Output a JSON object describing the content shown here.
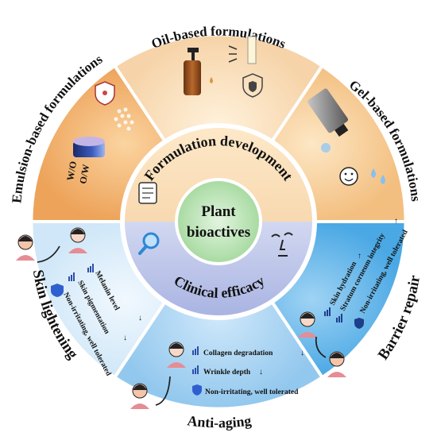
{
  "center": {
    "line1": "Plant",
    "line2": "bioactives"
  },
  "middle_ring": {
    "top": "Formulation development",
    "bottom": "Clinical efficacy"
  },
  "outer": {
    "oil": "Oil-based  formulations",
    "gel": "Gel-based  formulations",
    "emulsion": "Emulsion-based formulations",
    "skin": "Skin  lightening",
    "barrier": "Barrier  repair",
    "aging": "Anti-aging"
  },
  "emulsion_types": {
    "wo": "W/O",
    "ow": "O/W"
  },
  "skin_items": [
    "Melanin level",
    "Skin pigmentation",
    "Non-irritating, well tolerated"
  ],
  "barrier_items": [
    "Skin hydration",
    "Stratum corneum integrity",
    "Non-irritating, well tolerated"
  ],
  "aging_items": [
    "Collagen degradation",
    "Wrinkle depth",
    "Non-irritating, well tolerated"
  ],
  "arrows": {
    "down": "↓",
    "up": "↑"
  },
  "colors": {
    "oil": "#f6d7b2",
    "gel": "#f4c690",
    "emulsion": "#efae68",
    "skin": "#d9ecf9",
    "barrier": "#67b8ea",
    "aging": "#a9d4f2",
    "ring_top": "#fbe2bf",
    "ring_bottom": "#bcc6ea",
    "center": "#c3e6bf"
  },
  "icons": [
    "bottle-icon",
    "shield-icon",
    "tube-icon",
    "smiley-icon",
    "jar-icon",
    "magnifier-icon",
    "face-icon",
    "document-icon",
    "person-icon",
    "bar-chart-icon",
    "drop-icon"
  ]
}
